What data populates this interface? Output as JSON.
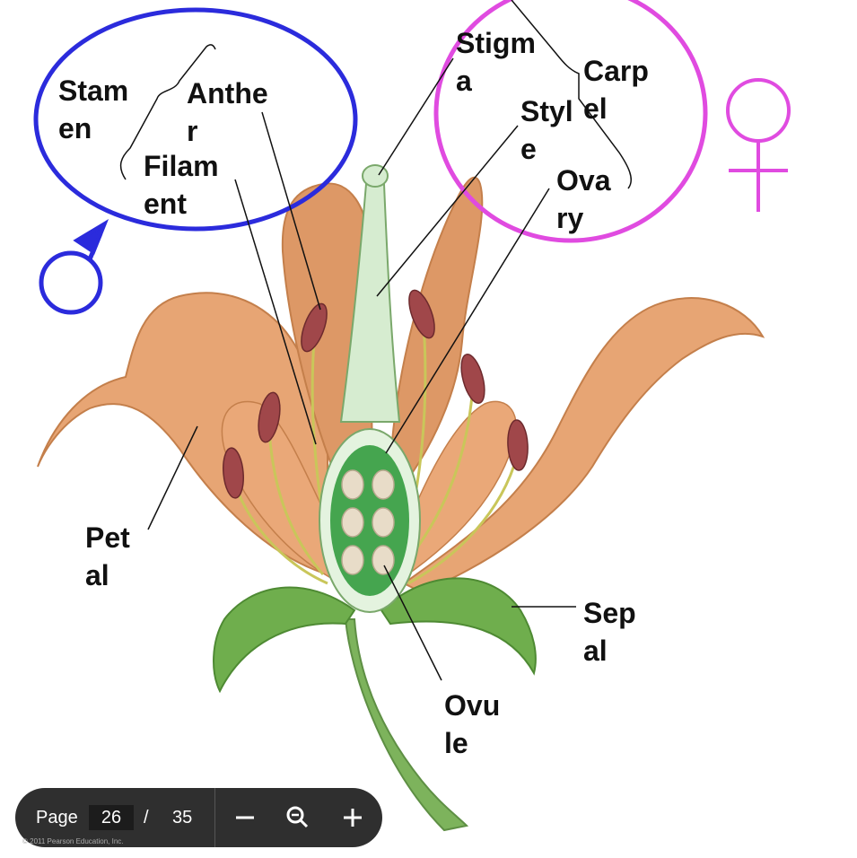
{
  "labels": {
    "stamen": "Stam\nen",
    "anther": "Anthe\nr",
    "filament": "Filam\nent",
    "stigma": "Stigm\na",
    "carpel": "Carp\nel",
    "style": "Styl\ne",
    "ovary": "Ova\nry",
    "petal": "Pet\nal",
    "sepal": "Sep\nal",
    "ovule": "Ovu\nle"
  },
  "symbols": {
    "male": "male-symbol",
    "female": "female-symbol",
    "male_color": "#2b2bdc",
    "female_color": "#e04be0"
  },
  "viewer": {
    "page_label": "Page",
    "current_page": "26",
    "separator": "/",
    "total_pages": "35",
    "zoom_out_icon": "minus-icon",
    "zoom_reset_icon": "magnifier-icon",
    "zoom_in_icon": "plus-icon"
  },
  "copyright": "© 2011 Pearson Education, Inc."
}
